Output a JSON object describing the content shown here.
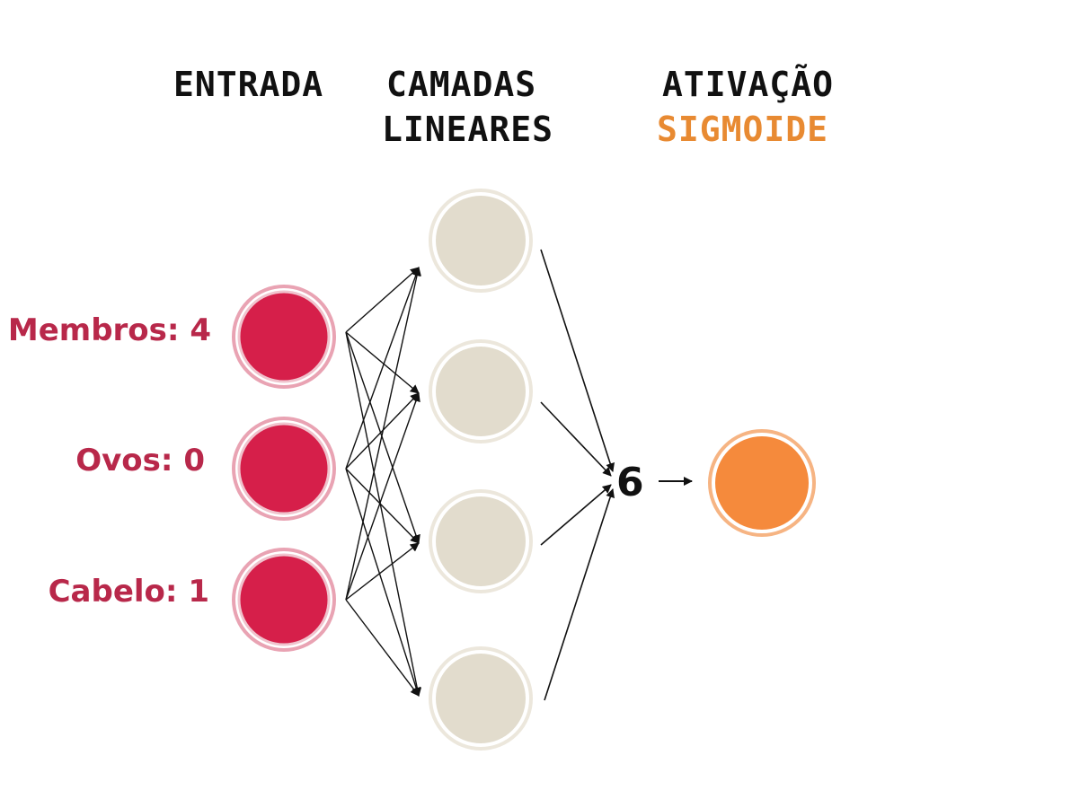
{
  "headers": {
    "input": "ENTRADA",
    "linear_line1": "CAMADAS",
    "linear_line2": "LINEARES",
    "activation_line1": "ATIVAÇÃO",
    "activation_line2": "SIGMOIDE"
  },
  "inputs": [
    {
      "label": "Membros: 4"
    },
    {
      "label": "Ovos: 0"
    },
    {
      "label": "Cabelo: 1"
    }
  ],
  "hidden_layer": [
    {
      "id": "hidden-1"
    },
    {
      "id": "hidden-2"
    },
    {
      "id": "hidden-3"
    },
    {
      "id": "hidden-4"
    }
  ],
  "sum_value": "6",
  "colors": {
    "text": "#111111",
    "input_node": "#d61f4a",
    "input_ring": "#e9a3b3",
    "input_label": "#b8284a",
    "hidden_node": "#e2dccd",
    "hidden_ring": "#ece7dc",
    "output_node": "#f58a3c",
    "output_ring": "#f6b483",
    "sigmoid_text": "#e88a32",
    "arrow": "#111111"
  }
}
